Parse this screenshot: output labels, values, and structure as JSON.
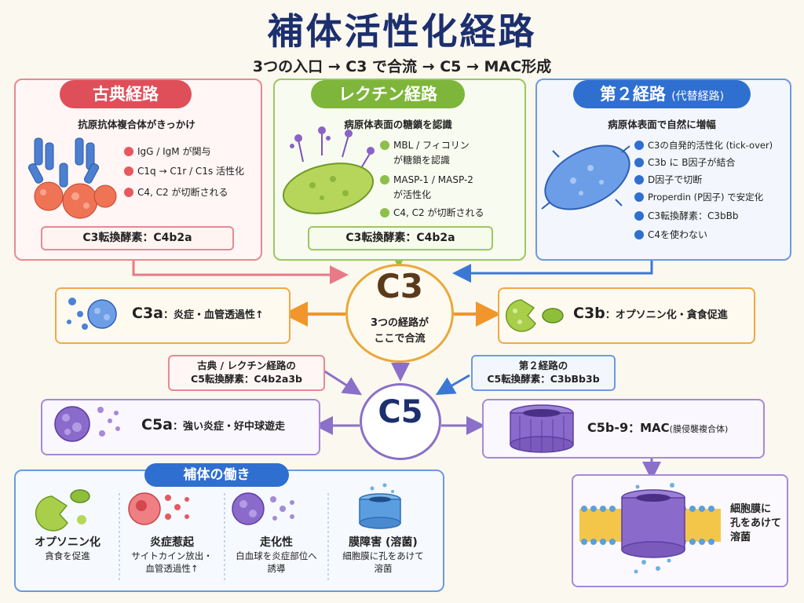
{
  "title": "補体活性化経路",
  "subtitle": "3つの入口 → C3 で合流 → C5 → MAC形成",
  "classical": {
    "title": "古典経路",
    "subtitle": "抗原抗体複合体がきっかけ",
    "bullets": [
      "IgG / IgM が関与",
      "C1q → C1r / C1s 活性化",
      "C4, C2 が切断される"
    ],
    "convertase": "C3転換酵素：C4b2a"
  },
  "lectin": {
    "title": "レクチン経路",
    "subtitle": "病原体表面の糖鎖を認識",
    "bullets": [
      "MBL / フィコリン",
      "が糖鎖を認識",
      "MASP-1 / MASP-2",
      "が活性化",
      "C4, C2 が切断される"
    ],
    "convertase": "C3転換酵素：C4b2a"
  },
  "alternative": {
    "title": "第２経路",
    "title_paren": "(代替経路)",
    "subtitle": "病原体表面で自然に増幅",
    "bullets": [
      "C3の自発的活性化 (tick-over)",
      "C3b に B因子が結合",
      "D因子で切断",
      "Properdin (P因子) で安定化",
      "C3転換酵素：C3bBb",
      "C4を使わない"
    ]
  },
  "c3": {
    "label": "C3",
    "text1": "3つの経路が",
    "text2": "ここで合流"
  },
  "c3a": {
    "name": "C3a",
    "desc": "：炎症・血管透過性↑"
  },
  "c3b": {
    "name": "C3b",
    "desc": "：オプソニン化・貪食促進"
  },
  "c5_conv_left": {
    "line1": "古典 / レクチン経路の",
    "line2": "C5転換酵素：C4b2a3b"
  },
  "c5_conv_right": {
    "line1": "第２経路の",
    "line2": "C5転換酵素：C3bBb3b"
  },
  "c5": {
    "label": "C5"
  },
  "c5a": {
    "name": "C5a",
    "desc": "：強い炎症・好中球遊走"
  },
  "mac": {
    "name": "C5b-9",
    "desc": "：MAC",
    "paren": "(膜侵襲複合体)"
  },
  "membrane_note": {
    "line1": "細胞膜に",
    "line2": "孔をあけて",
    "line3": "溶菌"
  },
  "functions": {
    "title": "補体の働き",
    "items": [
      {
        "head": "オプソニン化",
        "desc1": "貪食を促進",
        "desc2": ""
      },
      {
        "head": "炎症惹起",
        "desc1": "サイトカイン放出・",
        "desc2": "血管透過性↑"
      },
      {
        "head": "走化性",
        "desc1": "白血球を炎症部位へ",
        "desc2": "誘導"
      },
      {
        "head": "膜障害 (溶菌)",
        "desc1": "細胞膜に孔をあけて",
        "desc2": "溶菌"
      }
    ]
  },
  "colors": {
    "classical": "#e0525a",
    "lectin": "#7fb83a",
    "alternative": "#2f6fd0",
    "c3": "#e8a93a",
    "c5": "#7b5cc4",
    "title": "#1c2f6e"
  }
}
